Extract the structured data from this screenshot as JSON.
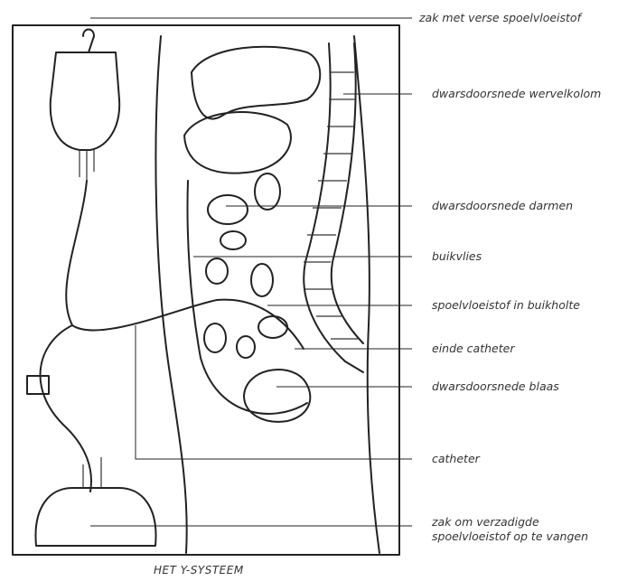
{
  "labels": [
    "zak met verse spoelvloeistof",
    "dwarsdoorsnede wervelkolom",
    "dwarsdoorsnede darmen",
    "buikvlies",
    "spoelvloeistof in buikholte",
    "einde catheter",
    "dwarsdoorsnede blaas",
    "catheter",
    "zak om verzadigde spoelvloeistof op te vangen"
  ],
  "caption": "HET Y-SYSTEEM",
  "colors": {
    "ink": "#222222",
    "label": "#333333",
    "background": "#ffffff"
  }
}
